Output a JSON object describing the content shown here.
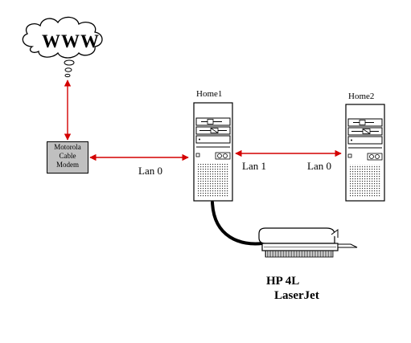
{
  "cloud": {
    "label": "WWW"
  },
  "modem": {
    "lines": [
      "Motorola",
      "Cable",
      "Modem"
    ]
  },
  "home1": {
    "label": "Home1"
  },
  "home2": {
    "label": "Home2"
  },
  "links": {
    "modem_home1": "Lan 0",
    "home1_home2_left": "Lan 1",
    "home1_home2_right": "Lan 0"
  },
  "printer": {
    "lines": [
      "HP 4L",
      "LaserJet"
    ]
  },
  "colors": {
    "arrow": "#d40000",
    "modem_fill": "#c0c0c0",
    "printer_cable": "#000000"
  }
}
